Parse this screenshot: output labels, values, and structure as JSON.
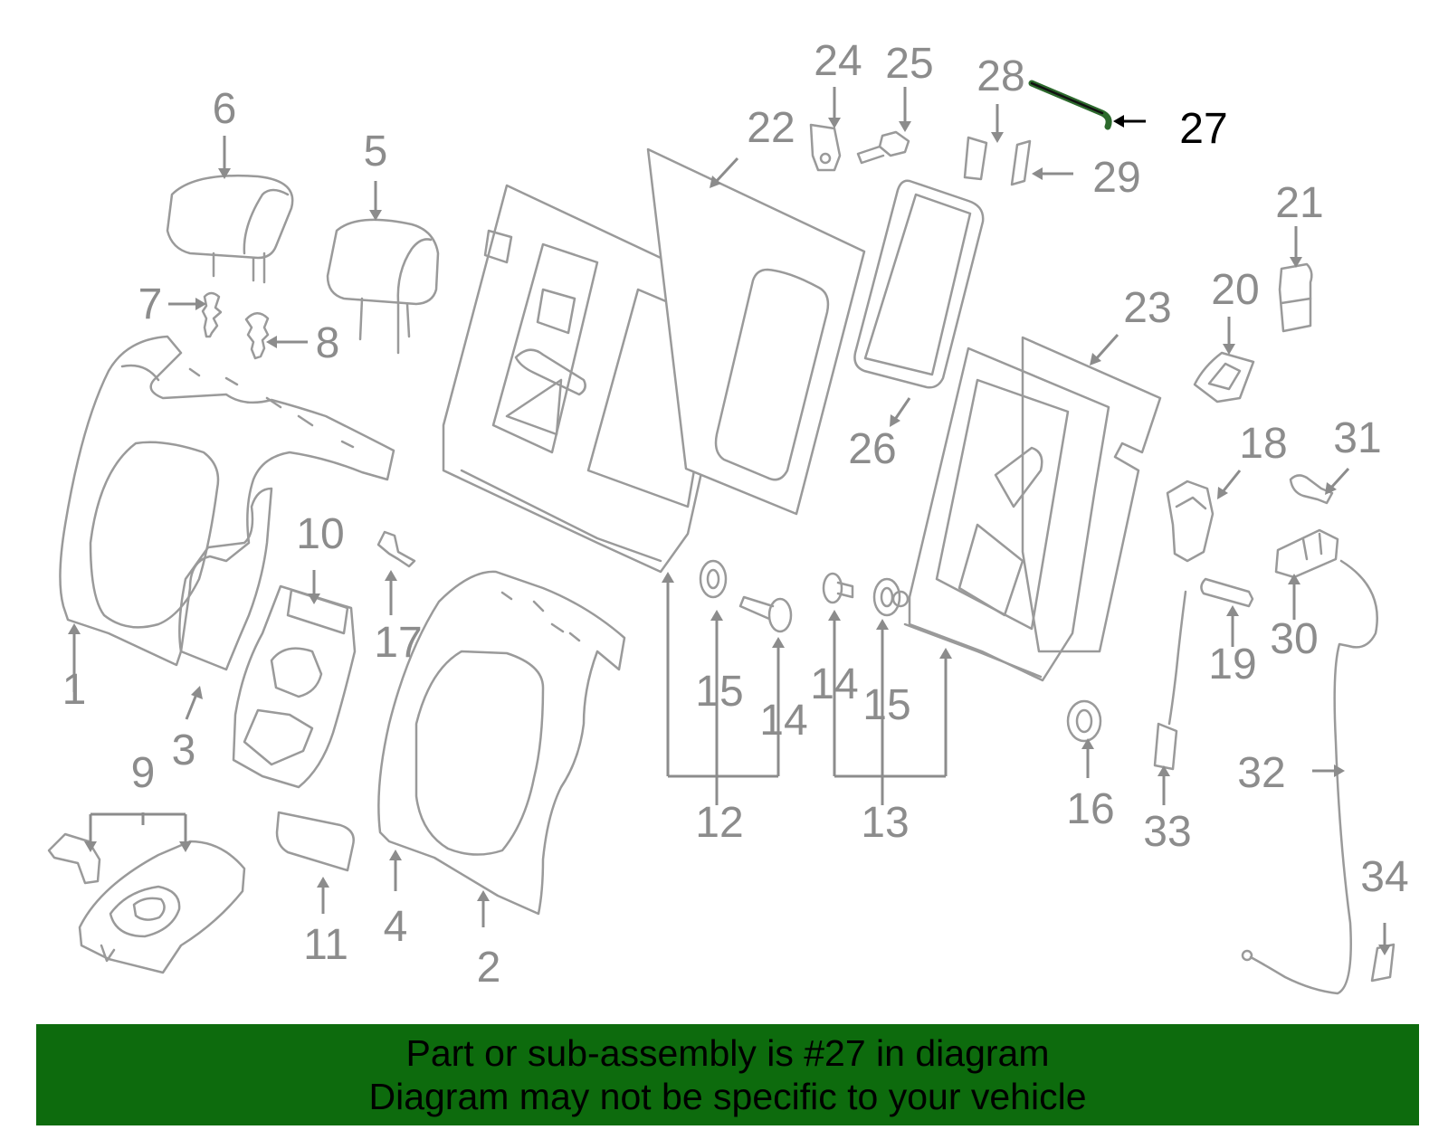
{
  "diagram": {
    "highlighted_part": "27",
    "callouts": {
      "c1": "1",
      "c2": "2",
      "c3": "3",
      "c4": "4",
      "c5": "5",
      "c6": "6",
      "c7": "7",
      "c8": "8",
      "c9": "9",
      "c10": "10",
      "c11": "11",
      "c12": "12",
      "c13": "13",
      "c14a": "14",
      "c14b": "14",
      "c15a": "15",
      "c15b": "15",
      "c16": "16",
      "c17": "17",
      "c18": "18",
      "c19": "19",
      "c20": "20",
      "c21": "21",
      "c22": "22",
      "c23": "23",
      "c24": "24",
      "c25": "25",
      "c26": "26",
      "c27": "27",
      "c28": "28",
      "c29": "29",
      "c30": "30",
      "c31": "31",
      "c32": "32",
      "c33": "33",
      "c34": "34"
    }
  },
  "banner": {
    "line1": "Part or sub-assembly is #27 in diagram",
    "line2": "Diagram may not be specific to your vehicle",
    "background_color": "#0d6b0d"
  },
  "colors": {
    "line": "#9a9a9a",
    "highlight": "#2d6a2d"
  }
}
